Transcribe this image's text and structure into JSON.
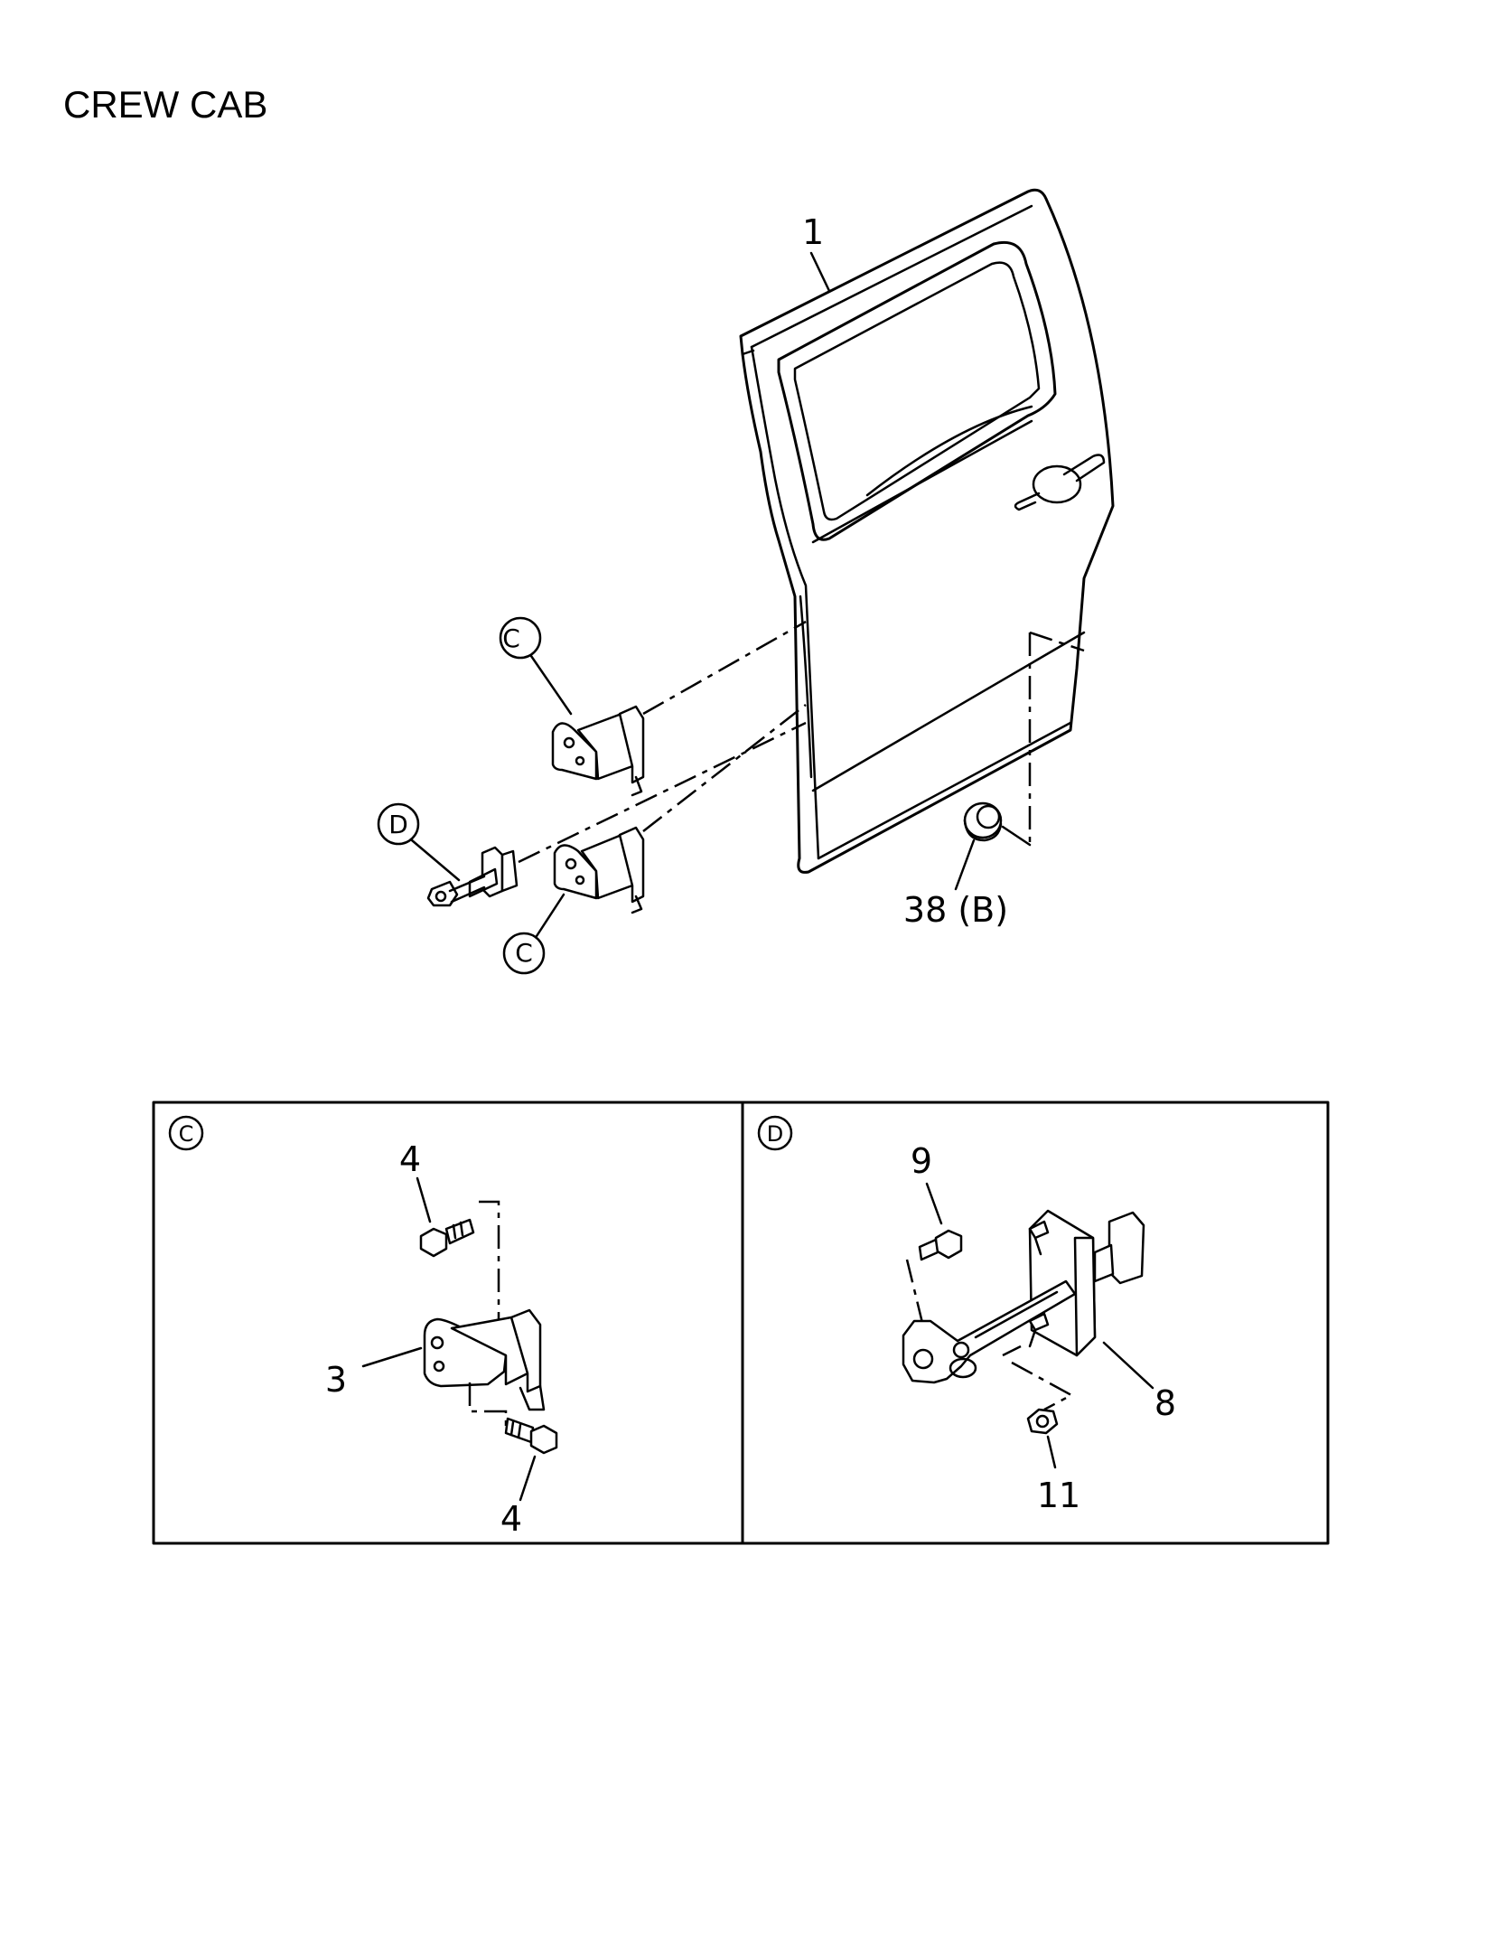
{
  "title": "CREW CAB",
  "callouts": {
    "door": "1",
    "grommet": "38 (B)",
    "hinge_upper_ref": "C",
    "hinge_lower_ref": "C",
    "checker_ref": "D"
  },
  "detail_c": {
    "ref": "C",
    "hinge": "3",
    "bolt_top": "4",
    "bolt_bottom": "4"
  },
  "detail_d": {
    "ref": "D",
    "bolt": "9",
    "checker": "8",
    "nut": "11"
  }
}
